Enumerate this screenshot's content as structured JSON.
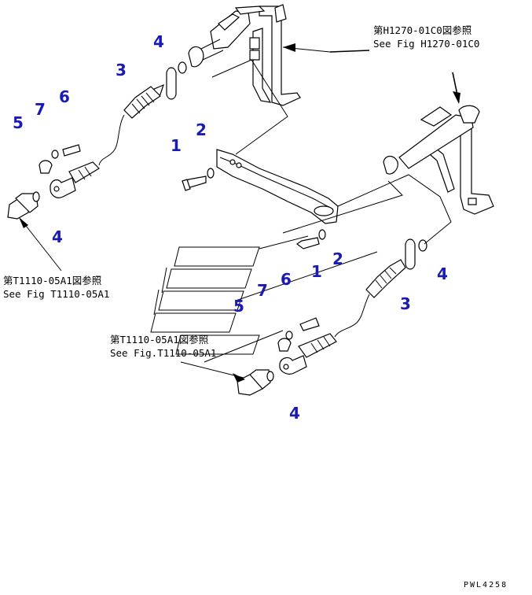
{
  "callouts": [
    {
      "id": "c4a",
      "label": "4"
    },
    {
      "id": "c3a",
      "label": "3"
    },
    {
      "id": "c7a",
      "label": "7"
    },
    {
      "id": "c6a",
      "label": "6"
    },
    {
      "id": "c5a",
      "label": "5"
    },
    {
      "id": "c4b",
      "label": "4"
    },
    {
      "id": "c1a",
      "label": "1"
    },
    {
      "id": "c2a",
      "label": "2"
    },
    {
      "id": "c1b",
      "label": "1"
    },
    {
      "id": "c2b",
      "label": "2"
    },
    {
      "id": "c4c",
      "label": "4"
    },
    {
      "id": "c7b",
      "label": "7"
    },
    {
      "id": "c6b",
      "label": "6"
    },
    {
      "id": "c3b",
      "label": "3"
    },
    {
      "id": "c5b",
      "label": "5"
    },
    {
      "id": "c4d",
      "label": "4"
    }
  ],
  "references": {
    "top_right": {
      "jp": "第H1270-01C0図参照",
      "en": "See Fig H1270-01C0"
    },
    "left": {
      "jp": "第T1110-05A1図参照",
      "en": "See Fig T1110-05A1"
    },
    "bottom": {
      "jp": "第T1110-05A1図参照",
      "en": "See Fig.T1110-05A1"
    }
  },
  "drawing_code": "PWL4258"
}
